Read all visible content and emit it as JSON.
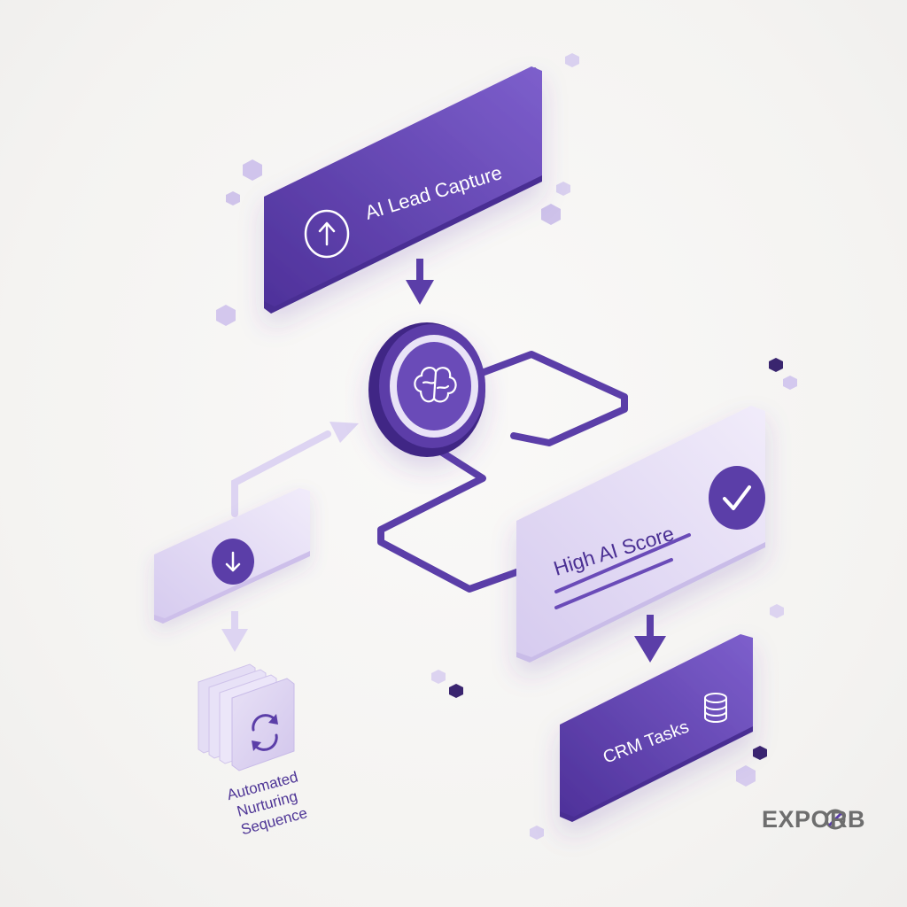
{
  "nodes": {
    "lead_capture": {
      "label": "AI Lead Capture",
      "icon": "arrow-up-circle-icon"
    },
    "ai_brain": {
      "icon": "brain-icon"
    },
    "high_score": {
      "label": "High AI Score",
      "icon": "checkmark-icon"
    },
    "low_path": {
      "icon": "arrow-down-circle-icon"
    },
    "crm_tasks": {
      "label": "CRM Tasks",
      "icon": "database-icon"
    },
    "nurturing": {
      "label_lines": [
        "Automated",
        "Nurturing",
        "Sequence"
      ],
      "icon": "refresh-cycle-icon"
    }
  },
  "brand": {
    "text": "EXPORB"
  },
  "colors": {
    "primary": "#5b3ea8",
    "primary_light": "#7a5cc8",
    "card_light": "#e3dcf3",
    "card_lighter": "#efeaf8",
    "background": "#f5f4f2",
    "brand_text": "#6e6e6e"
  }
}
